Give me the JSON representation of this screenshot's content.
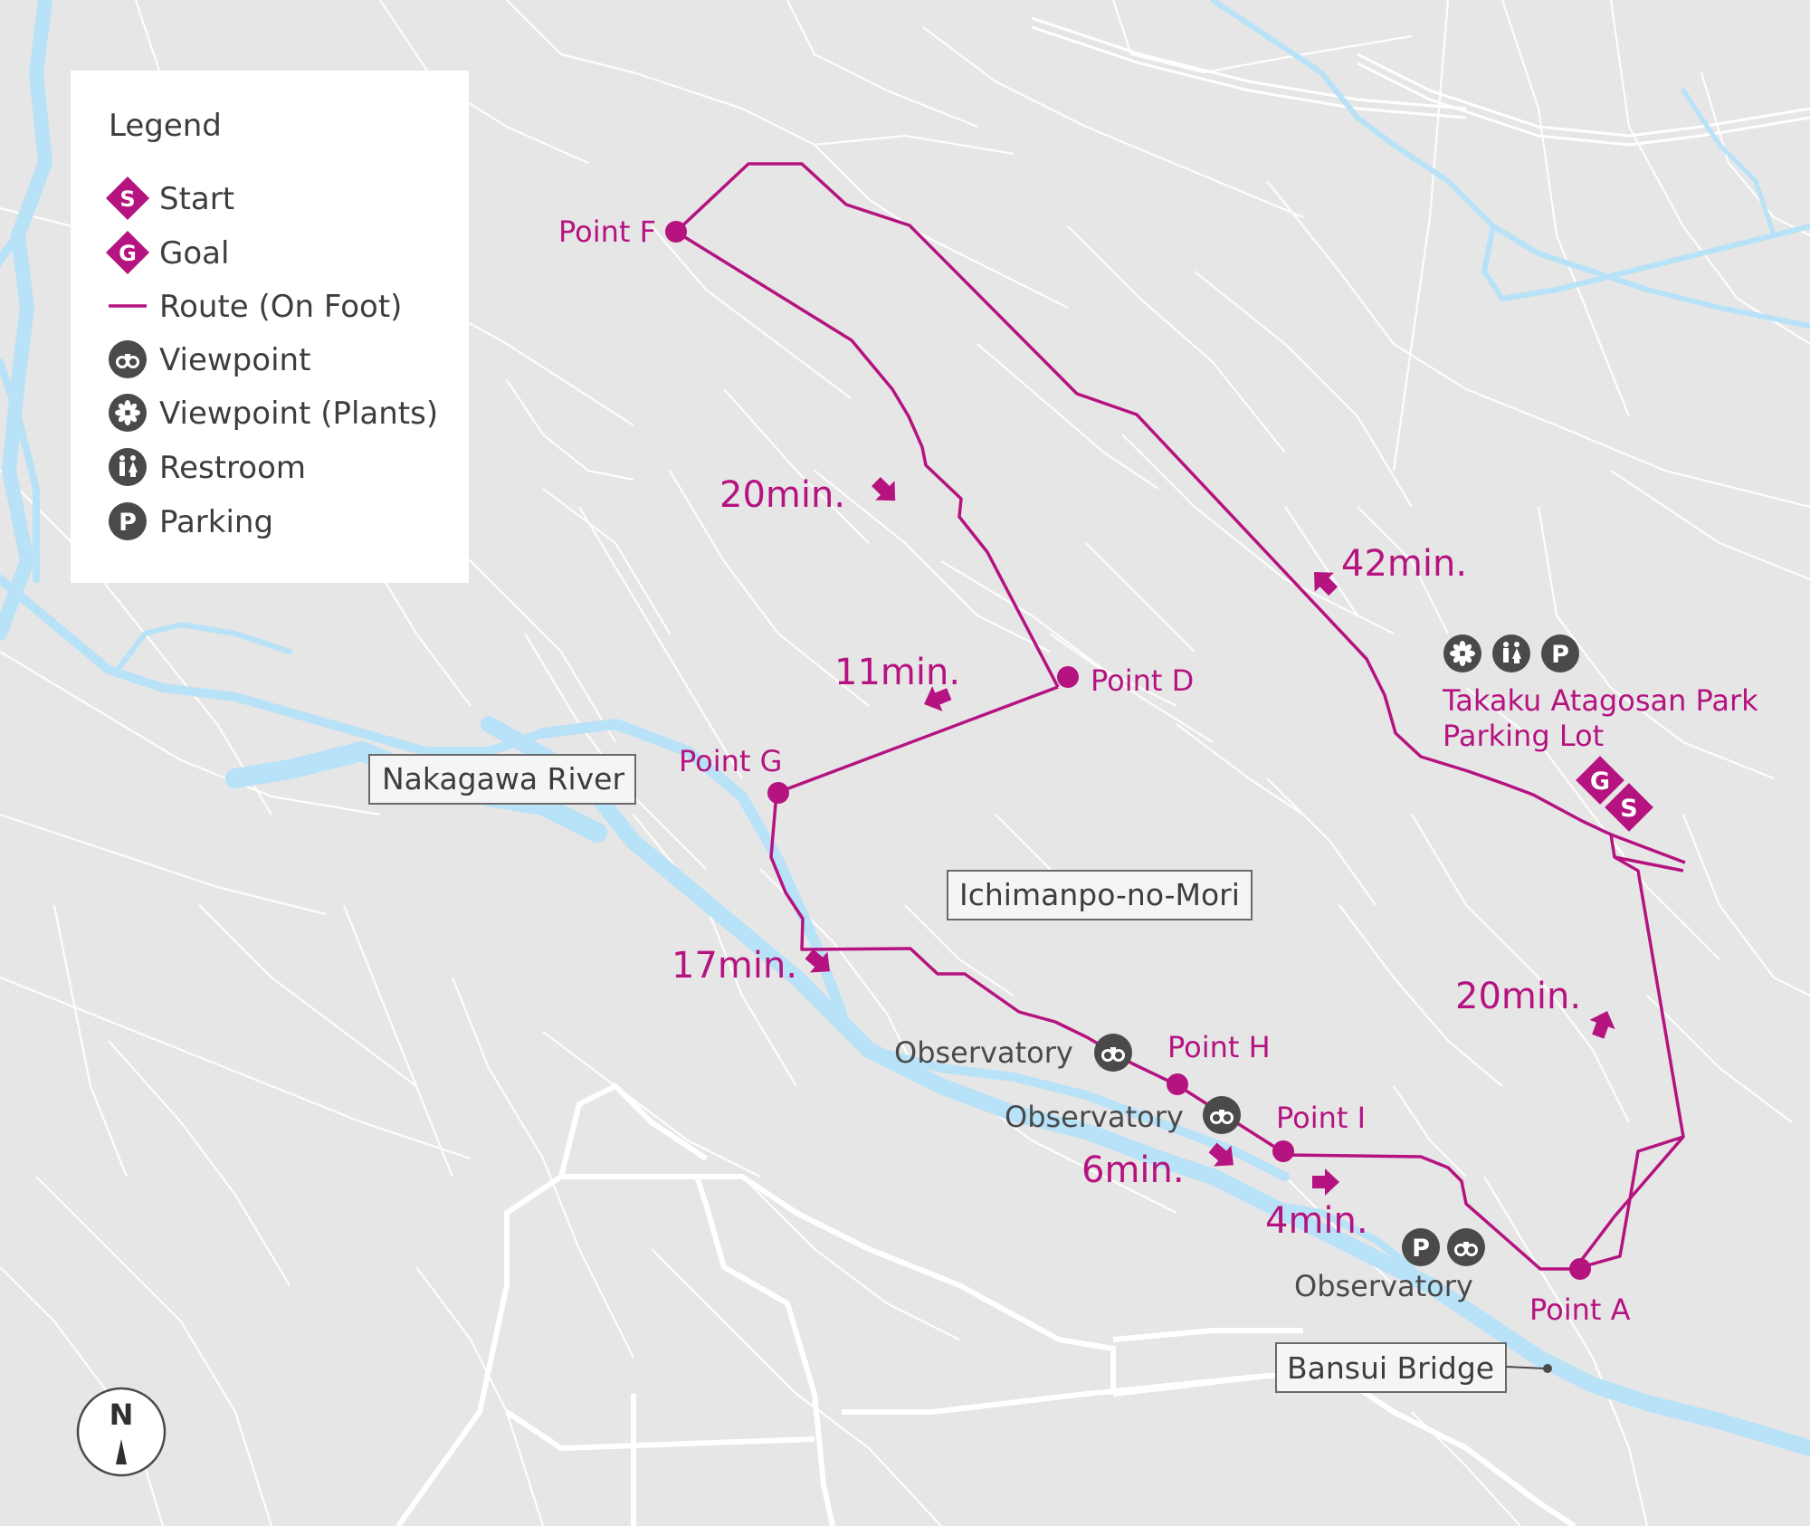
{
  "legend": {
    "title": "Legend",
    "items": [
      {
        "key": "start",
        "label": "Start",
        "symbol_text": "S",
        "icon": "start-marker-icon"
      },
      {
        "key": "goal",
        "label": "Goal",
        "symbol_text": "G",
        "icon": "goal-marker-icon"
      },
      {
        "key": "route",
        "label": "Route (On Foot)",
        "icon": "route-line-icon"
      },
      {
        "key": "viewpoint",
        "label": "Viewpoint",
        "icon": "binoculars-icon"
      },
      {
        "key": "viewpoint_plants",
        "label": "Viewpoint (Plants)",
        "icon": "flower-icon"
      },
      {
        "key": "restroom",
        "label": "Restroom",
        "icon": "restroom-icon"
      },
      {
        "key": "parking",
        "label": "Parking",
        "symbol_text": "P",
        "icon": "parking-icon"
      }
    ]
  },
  "place_boxes": {
    "river": "Nakagawa River",
    "forest": "Ichimanpo-no-Mori",
    "bridge": "Bansui Bridge"
  },
  "points": {
    "a": "Point A",
    "d": "Point D",
    "f": "Point F",
    "g": "Point G",
    "h": "Point H",
    "i": "Point I"
  },
  "times": {
    "a_to_park": "20min.",
    "park_to_f": "42min.",
    "f_to_d": "20min.",
    "d_to_g": "11min.",
    "g_to_h": "17min.",
    "h_to_i": "6min.",
    "i_to_a": "4min."
  },
  "facilities": {
    "park_name_line1": "Takaku Atagosan Park",
    "park_name_line2": "Parking Lot",
    "observatory_1": "Observatory",
    "observatory_2": "Observatory",
    "observatory_3": "Observatory"
  },
  "markers": {
    "start": "S",
    "goal": "G",
    "parking": "P"
  },
  "compass": "N",
  "colors": {
    "route": "#b5137f",
    "background": "#e6e6e7",
    "river": "#b7e2f7",
    "icon_dark": "#4a4a4a",
    "legend_bg": "#ffffff"
  }
}
